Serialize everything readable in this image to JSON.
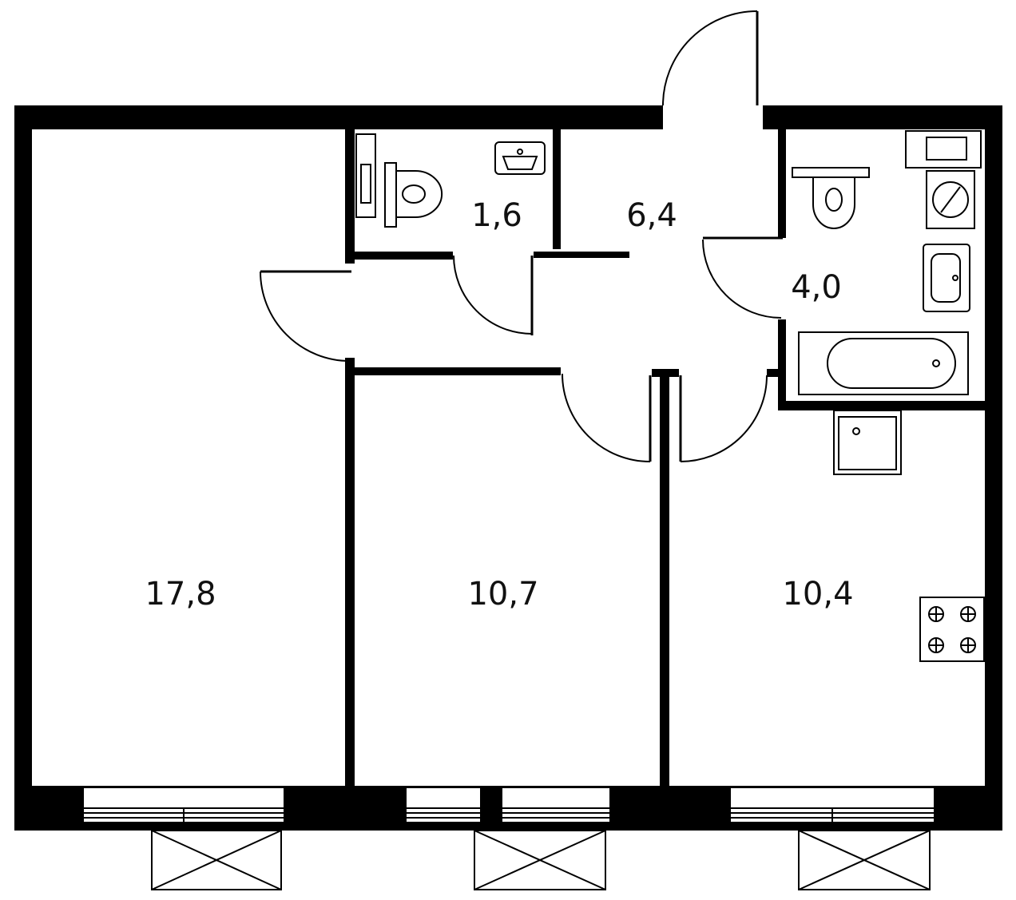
{
  "rooms": [
    {
      "id": "room-1",
      "area": "17,8"
    },
    {
      "id": "room-2",
      "area": "10,7"
    },
    {
      "id": "kitchen",
      "area": "10,4"
    },
    {
      "id": "wc",
      "area": "1,6"
    },
    {
      "id": "hall",
      "area": "6,4"
    },
    {
      "id": "bathroom",
      "area": "4,0"
    }
  ],
  "colors": {
    "wall": "#000000",
    "background": "#ffffff",
    "text": "#111111"
  }
}
